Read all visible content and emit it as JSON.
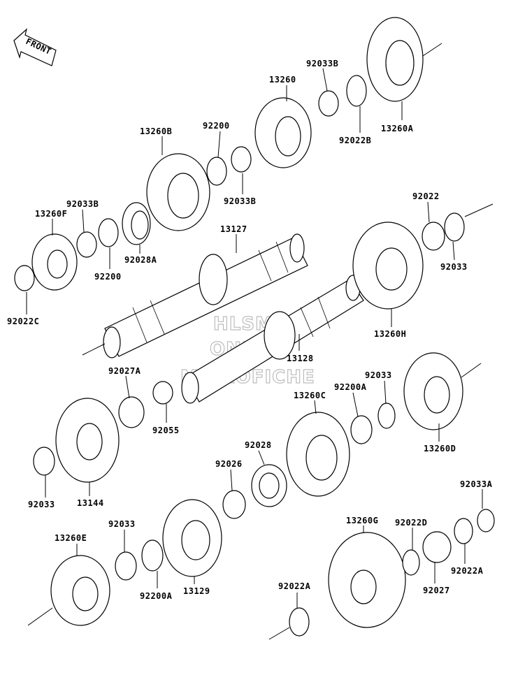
{
  "front_label": "FRONT",
  "watermark": [
    "HLSM'S",
    "ONLINE",
    "MICROFICHE"
  ],
  "parts": {
    "p13260": "13260",
    "p92033B_top": "92033B",
    "p13260A": "13260A",
    "p92022B": "92022B",
    "p92200_top": "92200",
    "p13260B": "13260B",
    "p92033B_mid": "92033B",
    "p92033B_left": "92033B",
    "p13260F": "13260F",
    "p92200_left": "92200",
    "p92028A": "92028A",
    "p92022C": "92022C",
    "p13127": "13127",
    "p92022": "92022",
    "p92033_right": "92033",
    "p13260H": "13260H",
    "p13128": "13128",
    "p92027A": "92027A",
    "p92055": "92055",
    "p92033_mid": "92033",
    "p92200A_mid": "92200A",
    "p13260C": "13260C",
    "p13260D": "13260D",
    "p92028": "92028",
    "p92026": "92026",
    "p92033_lower": "92033",
    "p13144": "13144",
    "p92033A": "92033A",
    "p13260G": "13260G",
    "p92022D": "92022D",
    "p92033_bottom": "92033",
    "p13260E": "13260E",
    "p92200A_bottom": "92200A",
    "p13129": "13129",
    "p92027": "92027",
    "p92022A_right": "92022A",
    "p92022A_bottom": "92022A"
  }
}
